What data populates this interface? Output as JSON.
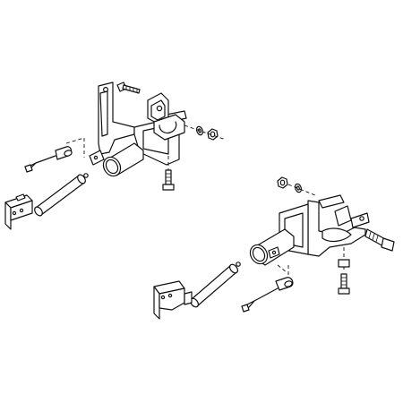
{
  "diagram": {
    "description_text": "",
    "colors": {
      "line": "#111111",
      "background": "#ffffff",
      "fill": "#ffffff"
    },
    "assemblies": [
      {
        "id": "left",
        "parts": [
          "mount-bracket",
          "carriage-bolt",
          "u-clamp",
          "lock-washer",
          "hex-nut",
          "hitch-receiver-tube",
          "hex-bolt",
          "lynch-pin-cable",
          "hitch-pin",
          "drawbar-plate"
        ]
      },
      {
        "id": "right",
        "parts": [
          "mount-bracket",
          "carriage-bolt",
          "u-clamp",
          "lock-washer",
          "hex-nut",
          "hitch-receiver-tube",
          "hex-bolt",
          "lynch-pin-cable",
          "hitch-pin",
          "drawbar-plate"
        ]
      }
    ]
  }
}
